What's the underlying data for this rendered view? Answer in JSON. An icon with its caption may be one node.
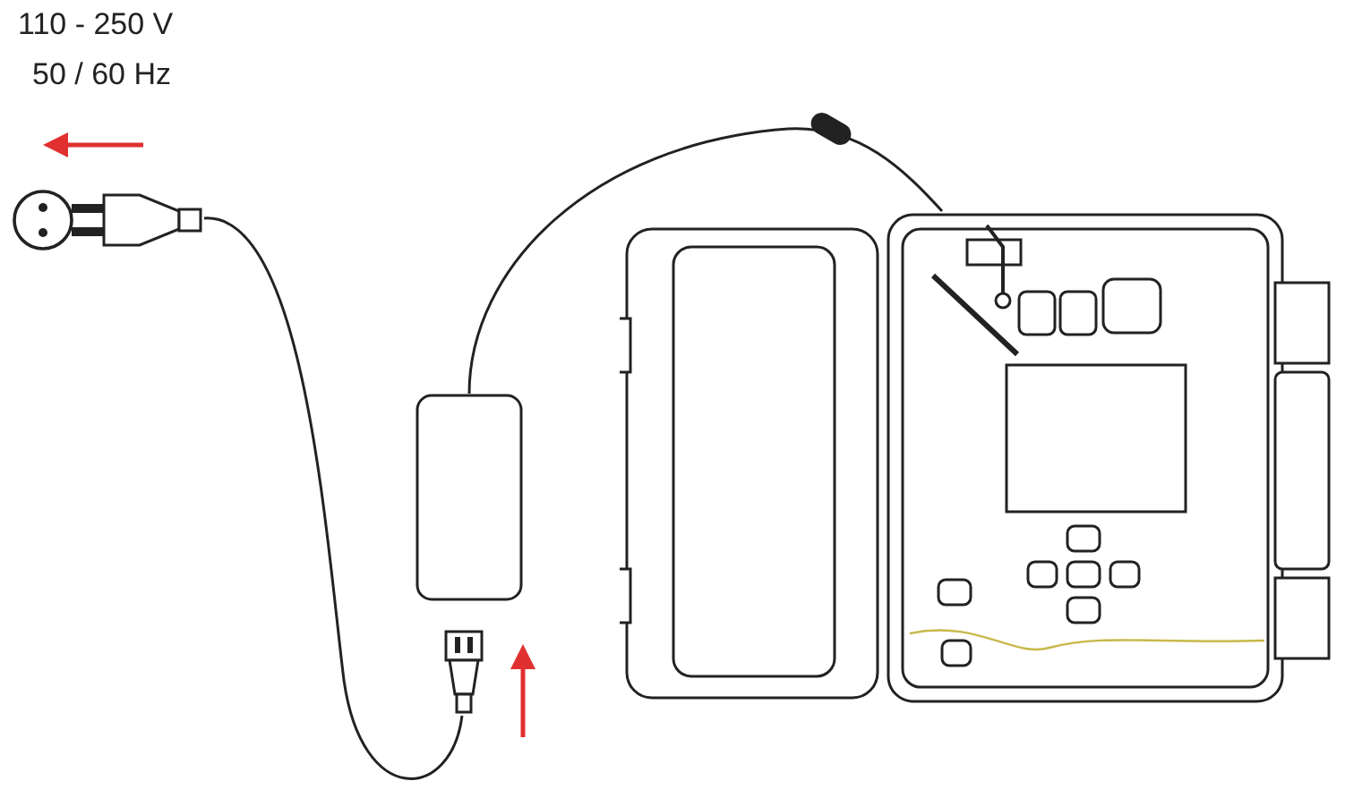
{
  "diagram": {
    "nodes": [
      {
        "text": [],
        "shape": "plug"
      },
      {
        "text": [],
        "shape": "box"
      },
      {
        "text": [],
        "shape": "plug"
      },
      {
        "text": [],
        "shape": "picture"
      }
    ],
    "edges": [
      {
        "from": 0,
        "to": 2,
        "arrow": "none"
      },
      {
        "from": 1,
        "to": 3,
        "arrow": "none"
      }
    ],
    "labels": [
      "110 - 250 V",
      "50 / 60 Hz"
    ]
  }
}
